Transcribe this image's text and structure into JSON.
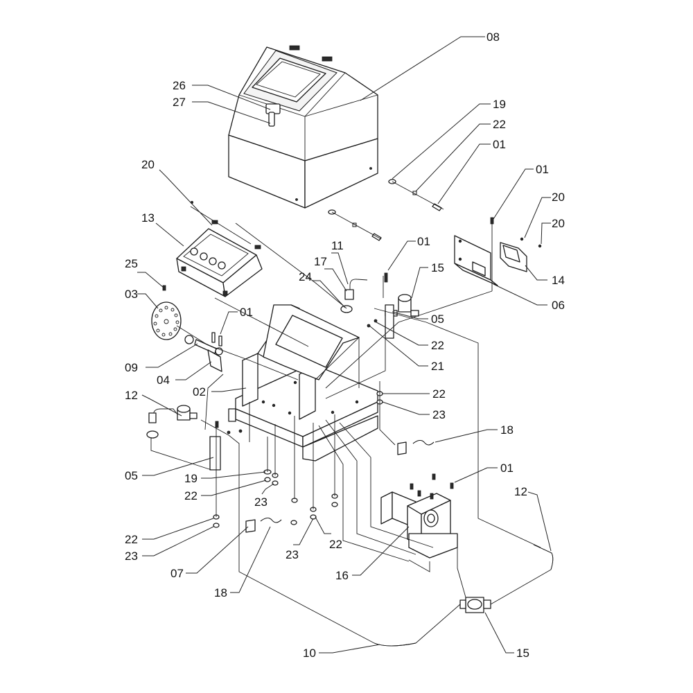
{
  "labels": {
    "l08": "08",
    "l26": "26",
    "l27": "27",
    "l19a": "19",
    "l22a": "22",
    "l01a": "01",
    "l01b": "01",
    "l20a": "20",
    "l20b": "20",
    "l20c": "20",
    "l14": "14",
    "l06": "06",
    "l13": "13",
    "l25": "25",
    "l03": "03",
    "l11": "11",
    "l17": "17",
    "l24": "24",
    "l01c": "01",
    "l15a": "15",
    "l05a": "05",
    "l22b": "22",
    "l21": "21",
    "l01d": "01",
    "l09": "09",
    "l04": "04",
    "l02": "02",
    "l12a": "12",
    "l22c": "22",
    "l23a": "23",
    "l18a": "18",
    "l05b": "05",
    "l19b": "19",
    "l22d": "22",
    "l23b": "23",
    "l01e": "01",
    "l12b": "12",
    "l22e": "22",
    "l23c": "23",
    "l07": "07",
    "l23d": "23",
    "l22f": "22",
    "l16": "16",
    "l18b": "18",
    "l10": "10",
    "l15b": "15"
  }
}
